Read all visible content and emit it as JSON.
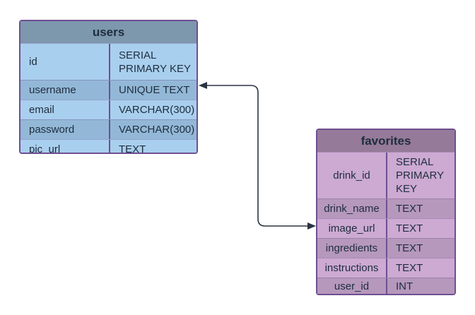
{
  "colors": {
    "border": "#6f4f91",
    "users_header": "#7d97ad",
    "users_row_light": "#a9cfee",
    "users_row_dark": "#93b8d7",
    "favorites_header": "#957a9a",
    "favorites_row_light": "#ccaad2",
    "favorites_row_dark": "#b698bc",
    "text": "#1f2d3d",
    "connector": "#2a3440"
  },
  "users": {
    "title": "users",
    "columns": [
      {
        "name": "id",
        "type": "SERIAL\nPRIMARY KEY"
      },
      {
        "name": "username",
        "type": "UNIQUE TEXT"
      },
      {
        "name": "email",
        "type": "VARCHAR(300)"
      },
      {
        "name": "password",
        "type": "VARCHAR(300)"
      },
      {
        "name": "pic_url",
        "type": "TEXT"
      }
    ]
  },
  "favorites": {
    "title": "favorites",
    "columns": [
      {
        "name": "drink_id",
        "type": "SERIAL\nPRIMARY\nKEY"
      },
      {
        "name": "drink_name",
        "type": "TEXT"
      },
      {
        "name": "image_url",
        "type": "TEXT"
      },
      {
        "name": "ingredients",
        "type": "TEXT"
      },
      {
        "name": "instructions",
        "type": "TEXT"
      },
      {
        "name": "user_id",
        "type": "INT"
      }
    ]
  }
}
